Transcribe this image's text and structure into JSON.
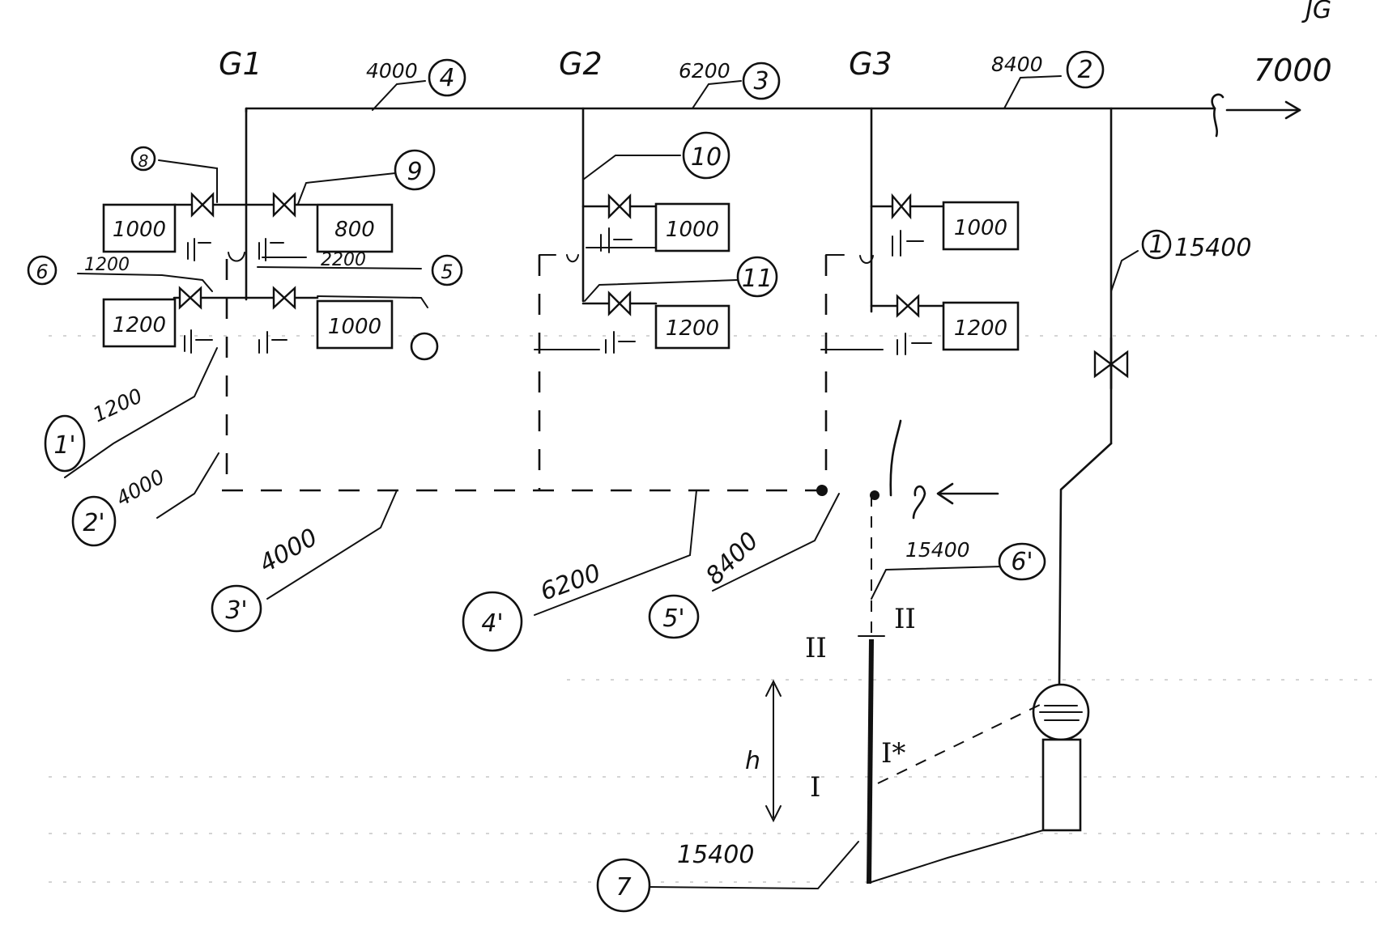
{
  "page_mark": "JG",
  "groups": {
    "g1": "G1",
    "g2": "G2",
    "g3": "G3"
  },
  "outlet_flow": "7000",
  "supply": [
    {
      "id": "4",
      "flow": "4000"
    },
    {
      "id": "3",
      "flow": "6200"
    },
    {
      "id": "2",
      "flow": "8400"
    },
    {
      "id": "1",
      "flow": "15400"
    }
  ],
  "return": [
    {
      "id": "1'",
      "flow": "1200"
    },
    {
      "id": "2'",
      "flow": "4000"
    },
    {
      "id": "3'",
      "flow": "4000"
    },
    {
      "id": "4'",
      "flow": "6200"
    },
    {
      "id": "5'",
      "flow": "8400"
    },
    {
      "id": "6'",
      "flow": "15400"
    },
    {
      "id": "7",
      "flow": "15400"
    }
  ],
  "g1_branches": [
    {
      "id": "6",
      "flow": "1200"
    },
    {
      "id": "5",
      "flow": "2200"
    }
  ],
  "markers": {
    "m8": "8",
    "m9": "9",
    "m10": "10",
    "m11": "11",
    "m7": "7"
  },
  "boxes": {
    "g1_upper_left": "1000",
    "g1_upper_right": "800",
    "g1_lower_left": "1200",
    "g1_lower_right": "1000",
    "g2_upper": "1000",
    "g2_lower": "1200",
    "g3_upper": "1000",
    "g3_lower": "1200"
  },
  "levels": {
    "level_2": "II",
    "level_2b": "II",
    "level_1": "I",
    "level_1b": "I*",
    "height": "h"
  }
}
